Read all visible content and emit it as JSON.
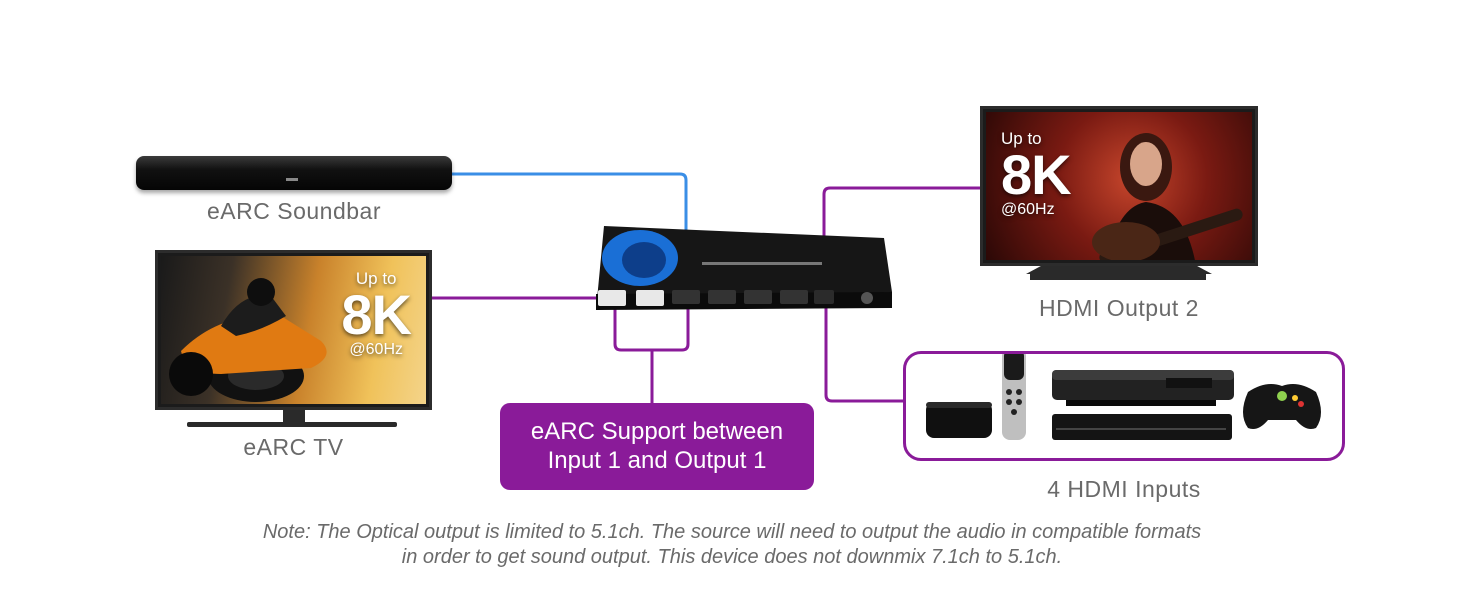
{
  "devices": {
    "soundbar_label": "eARC Soundbar",
    "earc_tv_label": "eARC TV",
    "output2_label": "HDMI Output 2",
    "inputs_label": "4 HDMI Inputs"
  },
  "tv_promo": {
    "up_to": "Up to",
    "resolution": "8K",
    "refresh": "@60Hz"
  },
  "callout": {
    "line1": "eARC Support between",
    "line2": "Input 1 and Output 1"
  },
  "note": {
    "line1": "Note: The Optical output is limited to 5.1ch. The source will need to output the audio in compatible formats",
    "line2": "in order to get sound output. This device does not downmix 7.1ch to 5.1ch."
  },
  "colors": {
    "purple": "#8a1b99",
    "blue": "#3a8ee6",
    "label_gray": "#6a6a6a"
  },
  "icons": [
    "streaming-box-icon",
    "remote-icon",
    "dvd-player-icon",
    "game-controller-icon",
    "hdmi-matrix-icon",
    "soundbar-icon",
    "tv-icon"
  ]
}
